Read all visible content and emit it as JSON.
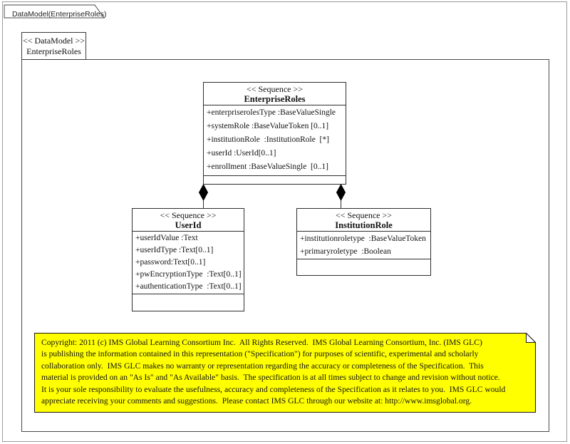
{
  "colors": {
    "note_fill": "#ffff00",
    "line_color": "#2e2e2e",
    "outer_border": "#9b9b9b"
  },
  "tab": {
    "label": "DataModel(EnterpriseRoles)"
  },
  "frame": {
    "stereotype": "<< DataModel >>",
    "name": "EnterpriseRoles"
  },
  "classes": [
    {
      "stereotype": "<< Sequence >>",
      "name": "EnterpriseRoles",
      "attributes": [
        "+enterpriserolesType :BaseValueSingle",
        "+systemRole :BaseValueToken [0..1]",
        "+institutionRole  :InstitutionRole  [*]",
        "+userId :UserId[0..1]",
        "+enrollment :BaseValueSingle  [0..1]"
      ]
    },
    {
      "stereotype": "<< Sequence >>",
      "name": "UserId",
      "attributes": [
        "+userIdValue :Text",
        "+userIdType :Text[0..1]",
        "+password:Text[0..1]",
        "+pwEncryptionType  :Text[0..1]",
        "+authenticationType  :Text[0..1]"
      ]
    },
    {
      "stereotype": "<< Sequence >>",
      "name": "InstitutionRole",
      "attributes": [
        "+institutionroletype  :BaseValueToken",
        "+primaryroletype  :Boolean"
      ]
    }
  ],
  "relationships": [
    {
      "type": "composition",
      "from": "EnterpriseRoles",
      "to": "UserId"
    },
    {
      "type": "composition",
      "from": "EnterpriseRoles",
      "to": "InstitutionRole"
    }
  ],
  "note": {
    "lines": [
      "Copyright: 2011 (c) IMS Global Learning Consortium Inc.  All Rights Reserved.  IMS Global Learning Consortium, Inc. (IMS GLC)",
      "is publishing the information contained in this representation (\"Specification\") for purposes of scientific, experimental and scholarly",
      "collaboration only.  IMS GLC makes no warranty or representation regarding the accuracy or completeness of the Specification.  This",
      "material is provided on an \"As Is\" and \"As Available\" basis.  The specification is at all times subject to change and revision without notice.",
      "It is your sole responsibility to evaluate the usefulness, accuracy and completeness of the Specification as it relates to you.  IMS GLC would",
      "appreciate receiving your comments and suggestions.  Please contact IMS GLC through our website at: http://www.imsglobal.org."
    ]
  }
}
